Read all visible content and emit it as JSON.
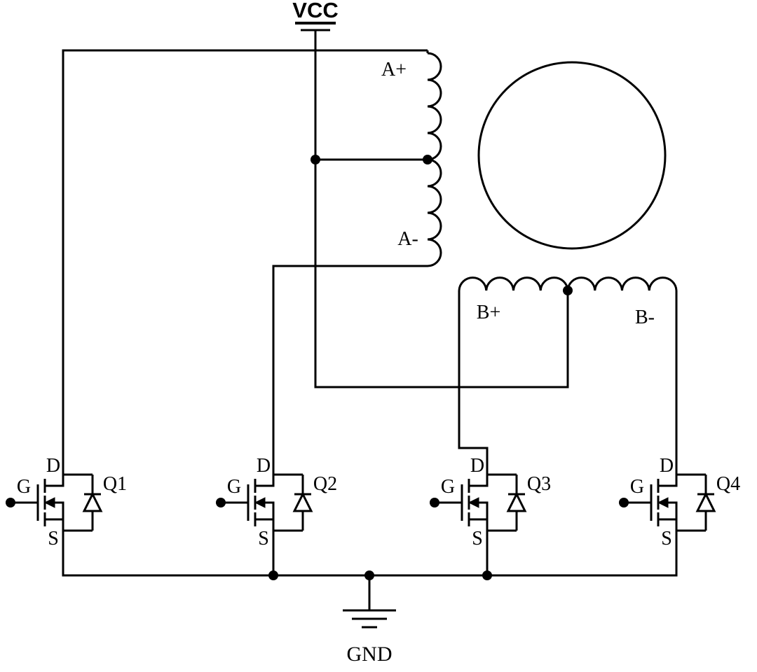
{
  "colors": {
    "line": "#000000",
    "background": "#ffffff"
  },
  "power": {
    "vcc_label": "VCC",
    "gnd_label": "GND"
  },
  "motor": {
    "winding_a": {
      "plus": "A+",
      "minus": "A-"
    },
    "winding_b": {
      "plus": "B+",
      "minus": "B-"
    }
  },
  "transistors": [
    {
      "name": "Q1",
      "drain": "D",
      "gate": "G",
      "source": "S"
    },
    {
      "name": "Q2",
      "drain": "D",
      "gate": "G",
      "source": "S"
    },
    {
      "name": "Q3",
      "drain": "D",
      "gate": "G",
      "source": "S"
    },
    {
      "name": "Q4",
      "drain": "D",
      "gate": "G",
      "source": "S"
    }
  ]
}
